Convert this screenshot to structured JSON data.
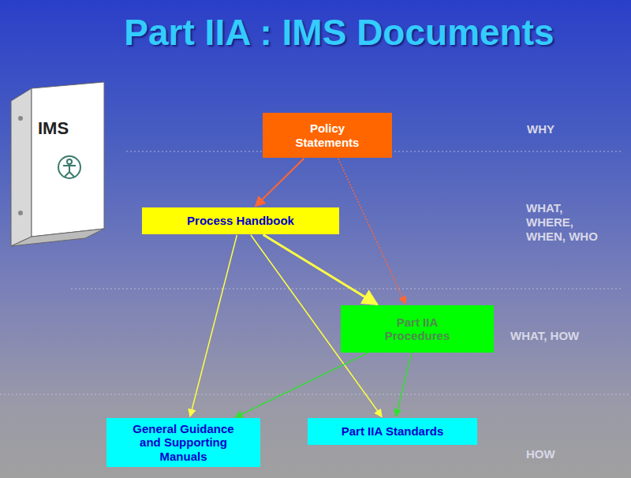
{
  "diagram": {
    "title": "Part IIA : IMS Documents",
    "nodes": [
      {
        "text": [
          "Policy Statements"
        ]
      },
      {
        "text": [
          "Process Handbook"
        ]
      },
      {
        "text": [
          "Part IIA Procedures"
        ]
      },
      {
        "text": [
          "General Guidance and Supporting Manuals"
        ]
      },
      {
        "text": [
          "Part IIA Standards"
        ]
      }
    ],
    "edges": [
      {
        "from": 0,
        "to": 1,
        "arrow": "to"
      },
      {
        "from": 0,
        "to": 2,
        "arrow": "to"
      },
      {
        "from": 1,
        "to": 3,
        "arrow": "to"
      },
      {
        "from": 1,
        "to": 2,
        "arrow": "to"
      },
      {
        "from": 1,
        "to": 4,
        "arrow": "to"
      },
      {
        "from": 2,
        "to": 3,
        "arrow": "to"
      },
      {
        "from": 2,
        "to": 4,
        "arrow": "to"
      }
    ],
    "labels": [
      "IMS",
      "WHY",
      "WHAT, WHERE, WHEN, WHO",
      "WHAT, HOW",
      "HOW"
    ]
  }
}
